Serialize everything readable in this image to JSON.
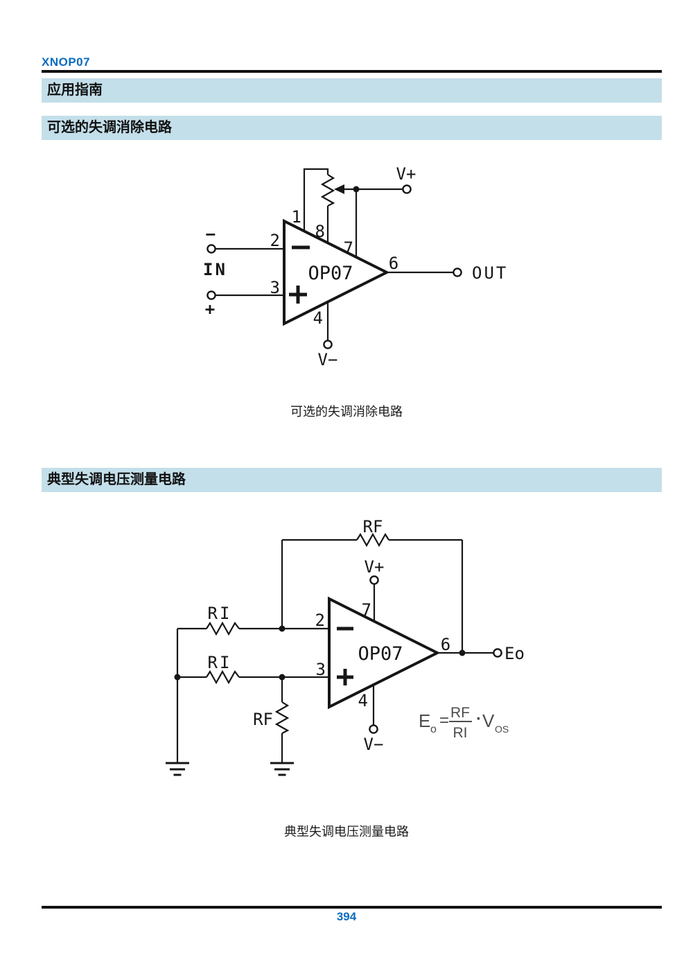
{
  "header": {
    "title": "XNOP07"
  },
  "banners": {
    "application_guide": "应用指南",
    "offset_null": "可选的失调消除电路",
    "offset_measurement": "典型失调电压测量电路"
  },
  "colors": {
    "accent_blue": "#0a6cbe",
    "banner_bg": "#c3dfea",
    "line_black": "#161616",
    "formula_gray": "#4c4c4c"
  },
  "circuit1": {
    "caption": "可选的失调消除电路",
    "chip": "OP07",
    "pin1": "1",
    "pin2": "2",
    "pin3": "3",
    "pin4": "4",
    "pin6": "6",
    "pin7": "7",
    "pin8": "8",
    "in_label": "IN",
    "out_label": "OUT",
    "vplus": "V+",
    "vminus": "V−",
    "inv_terminal_sign": "−",
    "noninv_terminal_sign": "+"
  },
  "circuit2": {
    "caption": "典型失调电压测量电路",
    "chip": "OP07",
    "pin2": "2",
    "pin3": "3",
    "pin4": "4",
    "pin6": "6",
    "pin7": "7",
    "rf_top": "RF",
    "rf_shunt": "RF",
    "ri_top": "RI",
    "ri_bottom": "RI",
    "vplus": "V+",
    "vminus": "V−",
    "output_label": "Eo",
    "formula": {
      "E": "E",
      "sub_o": "o",
      "eq": "=",
      "num": "RF",
      "den": "RI",
      "dot": "·",
      "V": "V",
      "sub_os": "OS"
    }
  },
  "footer": {
    "page_number": "394"
  }
}
